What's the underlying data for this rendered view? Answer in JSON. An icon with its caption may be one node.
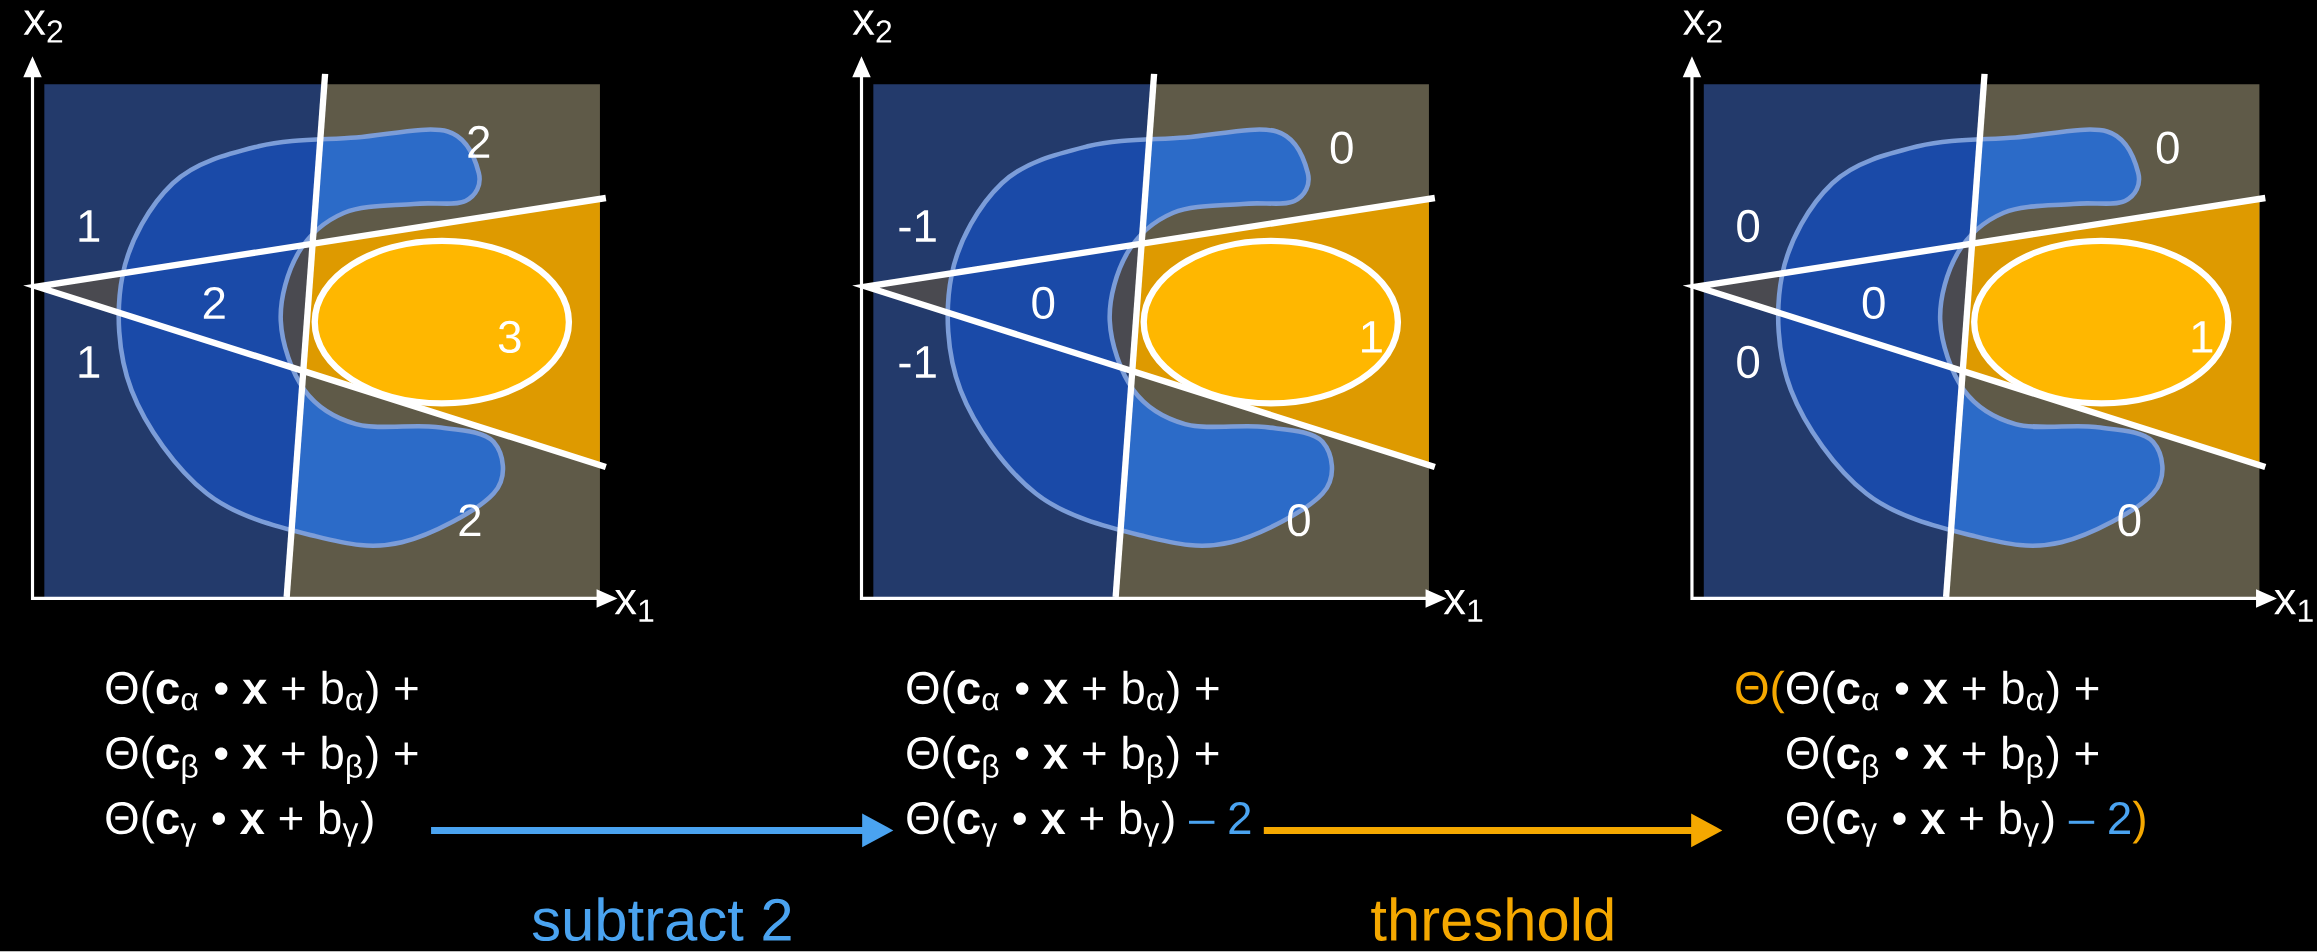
{
  "diagram": {
    "nodes": [
      {
        "text": [
          "Θ(**c**$_{α}$ • **x** + b$_{α}$) +",
          "Θ(**c**$_{β}$ • **x** + b$_{β}$) +",
          "Θ(**c**$_{γ}$ • **x** + b$_{γ}$)"
        ]
      },
      {
        "text": [
          "Θ(**c**$_{α}$ • **x** + b$_{α}$) +",
          "Θ(**c**$_{β}$ • **x** + b$_{β}$) +",
          "Θ(**c**$_{γ}$ • **x** + b$_{γ}$)",
          "– 2"
        ]
      },
      {
        "text": [
          "Θ(",
          "Θ(**c**$_{α}$ • **x** + b$_{α}$) +",
          "Θ(**c**$_{β}$ • **x** + b$_{β}$) +",
          "Θ(**c**$_{γ}$ • **x** + b$_{γ}$)",
          "– 2",
          ")"
        ]
      }
    ],
    "edges": [
      {
        "from": 0,
        "to": 1,
        "arrow": "to",
        "label": "subtract 2",
        "color": "#4aa3f0"
      },
      {
        "from": 1,
        "to": 2,
        "arrow": "to",
        "label": "threshold",
        "color": "#f5a800"
      }
    ],
    "labels": [
      "x$_{2}$",
      "2",
      "1",
      "2",
      "3",
      "1",
      "2",
      "x$_{1}$",
      "x$_{2}$",
      "0",
      "-1",
      "0",
      "1",
      "-1",
      "0",
      "x$_{1}$",
      "x$_{2}$",
      "0",
      "0",
      "0",
      "1",
      "0",
      "0",
      "x$_{1}$"
    ]
  }
}
